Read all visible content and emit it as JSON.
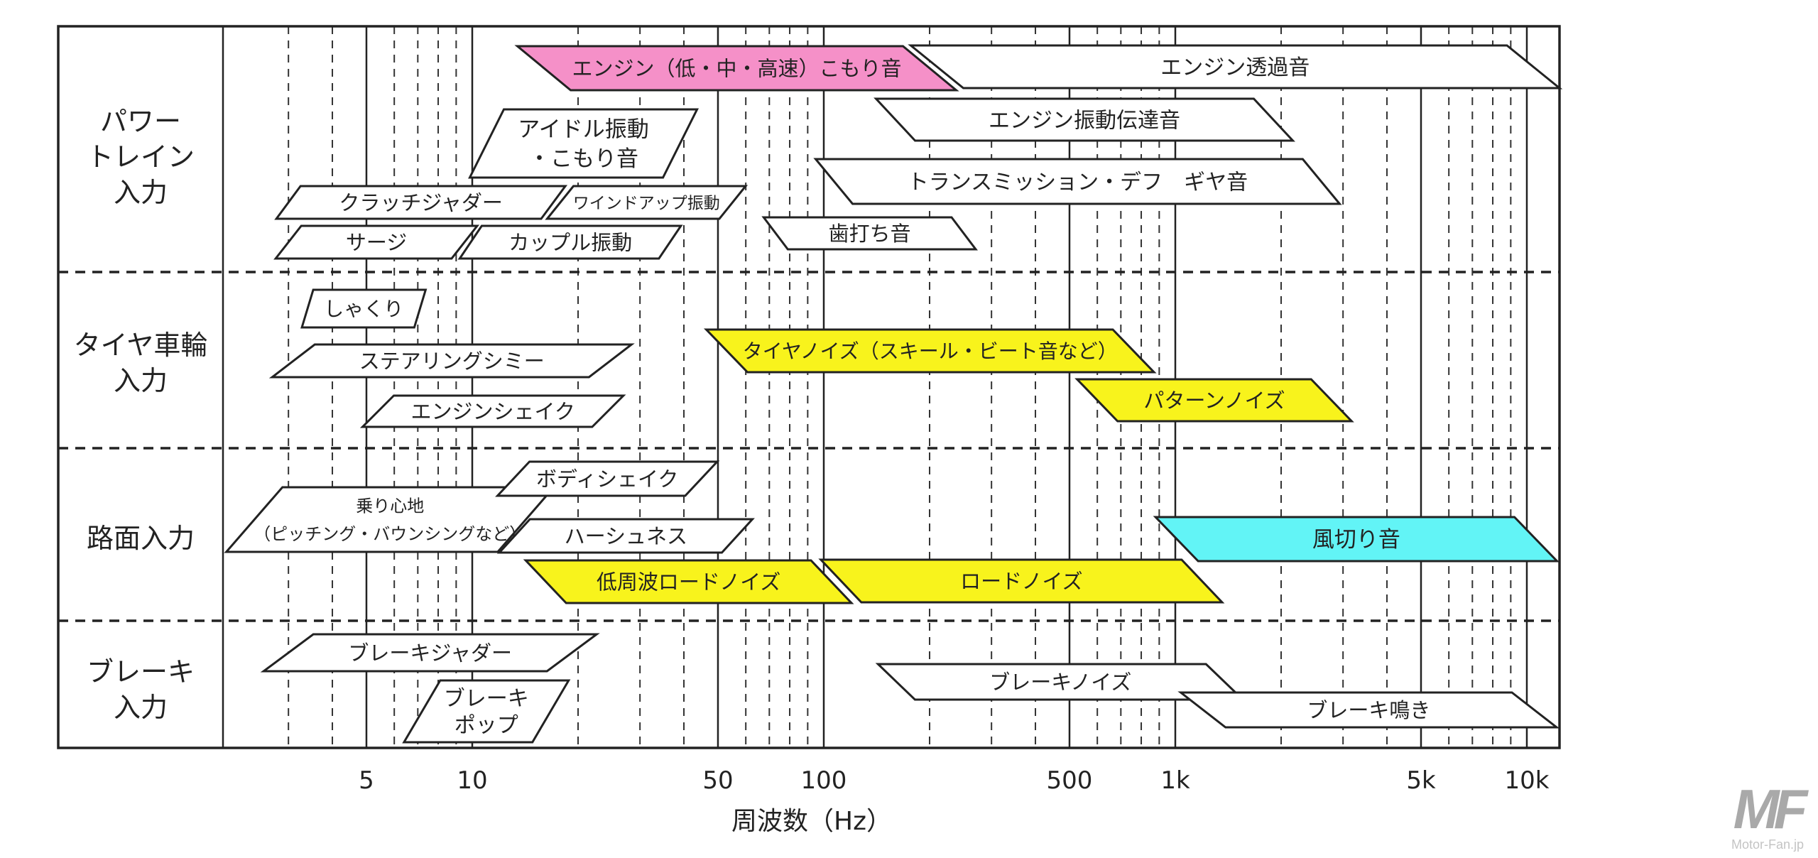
{
  "chart_data": {
    "type": "range-band",
    "title": "",
    "xlabel": "周波数（Hz）",
    "xscale": "log",
    "xlim": [
      2,
      12000
    ],
    "x_ticks": [
      {
        "value": 5,
        "label": "5"
      },
      {
        "value": 10,
        "label": "10"
      },
      {
        "value": 50,
        "label": "50"
      },
      {
        "value": 100,
        "label": "100"
      },
      {
        "value": 500,
        "label": "500"
      },
      {
        "value": 1000,
        "label": "1k"
      },
      {
        "value": 5000,
        "label": "5k"
      },
      {
        "value": 10000,
        "label": "10k"
      }
    ],
    "grid": true,
    "categories": [
      {
        "id": "powertrain",
        "label": [
          "パワー",
          "トレイン",
          "入力"
        ]
      },
      {
        "id": "tire",
        "label": [
          "タイヤ車輪",
          "入力"
        ]
      },
      {
        "id": "road",
        "label": [
          "路面入力"
        ]
      },
      {
        "id": "brake",
        "label": [
          "ブレーキ",
          "入力"
        ]
      }
    ],
    "colors": {
      "pink": "#f590c8",
      "yellow": "#f8f31c",
      "cyan": "#62f4f6",
      "white": "#ffffff"
    },
    "bars": [
      {
        "label": [
          "エンジン（低・中・高速）こもり音"
        ],
        "category": "powertrain",
        "f_min": 16,
        "f_max": 200,
        "color": "pink"
      },
      {
        "label": [
          "エンジン透過音"
        ],
        "category": "powertrain",
        "f_min": 210,
        "f_max": 10500,
        "color": "white"
      },
      {
        "label": [
          "アイドル振動",
          "・こもり音"
        ],
        "category": "powertrain",
        "f_min": 11,
        "f_max": 39,
        "color": "white"
      },
      {
        "label": [
          "エンジン振動伝達音"
        ],
        "category": "powertrain",
        "f_min": 160,
        "f_max": 1900,
        "color": "white"
      },
      {
        "label": [
          "トランスミッション・デフ　ギヤ音"
        ],
        "category": "powertrain",
        "f_min": 107,
        "f_max": 2600,
        "color": "white"
      },
      {
        "label": [
          "クラッチジャダー"
        ],
        "category": "powertrain",
        "f_min": 3,
        "f_max": 17,
        "color": "white"
      },
      {
        "label": [
          "ワインドアップ振動"
        ],
        "category": "powertrain",
        "f_min": 17.8,
        "f_max": 55,
        "color": "white"
      },
      {
        "label": [
          "歯打ち音"
        ],
        "category": "powertrain",
        "f_min": 73,
        "f_max": 250,
        "color": "white"
      },
      {
        "label": [
          "サージ"
        ],
        "category": "powertrain",
        "f_min": 3,
        "f_max": 9.5,
        "color": "white"
      },
      {
        "label": [
          "カップル振動"
        ],
        "category": "powertrain",
        "f_min": 9.9,
        "f_max": 36.5,
        "color": "white"
      },
      {
        "label": [
          "しゃくり"
        ],
        "category": "tire",
        "f_min": 3.4,
        "f_max": 7.1,
        "color": "white"
      },
      {
        "label": [
          "ステアリングシミー"
        ],
        "category": "tire",
        "f_min": 3.1,
        "f_max": 24.7,
        "color": "white"
      },
      {
        "label": [
          "エンジンシェイク"
        ],
        "category": "tire",
        "f_min": 5.4,
        "f_max": 24.3,
        "color": "white"
      },
      {
        "label": [
          "タイヤノイズ（スキール・ビート音など）"
        ],
        "category": "tire",
        "f_min": 53,
        "f_max": 760,
        "color": "yellow"
      },
      {
        "label": [
          "パターンノイズ"
        ],
        "category": "tire",
        "f_min": 600,
        "f_max": 2780,
        "color": "yellow"
      },
      {
        "label": [
          "乗り心地",
          "（ピッチング・バウンシングなど）"
        ],
        "category": "road",
        "f_min": 2.4,
        "f_max": 14.2,
        "color": "white"
      },
      {
        "label": [
          "ボディシェイク"
        ],
        "category": "road",
        "f_min": 13.1,
        "f_max": 44.8,
        "color": "white"
      },
      {
        "label": [
          "ハーシュネス"
        ],
        "category": "road",
        "f_min": 13.2,
        "f_max": 56.7,
        "color": "white"
      },
      {
        "label": [
          "低周波ロードノイズ"
        ],
        "category": "road",
        "f_min": 16.2,
        "f_max": 105,
        "color": "yellow"
      },
      {
        "label": [
          "ロードノイズ"
        ],
        "category": "road",
        "f_min": 112,
        "f_max": 1190,
        "color": "yellow"
      },
      {
        "label": [
          "風切り音"
        ],
        "category": "road",
        "f_min": 1010,
        "f_max": 10600,
        "color": "cyan"
      },
      {
        "label": [
          "ブレーキジャダー"
        ],
        "category": "brake",
        "f_min": 3,
        "f_max": 19.2,
        "color": "white"
      },
      {
        "label": [
          "ブレーキ",
          "ポップ"
        ],
        "category": "brake",
        "f_min": 7.2,
        "f_max": 16.7,
        "color": "white"
      },
      {
        "label": [
          "ブレーキノイズ"
        ],
        "category": "brake",
        "f_min": 161,
        "f_max": 1380,
        "color": "white"
      },
      {
        "label": [
          "ブレーキ鳴き"
        ],
        "category": "brake",
        "f_min": 1200,
        "f_max": 10500,
        "color": "white"
      }
    ]
  },
  "watermark": {
    "logo": "MF",
    "text": "Motor-Fan.jp"
  }
}
